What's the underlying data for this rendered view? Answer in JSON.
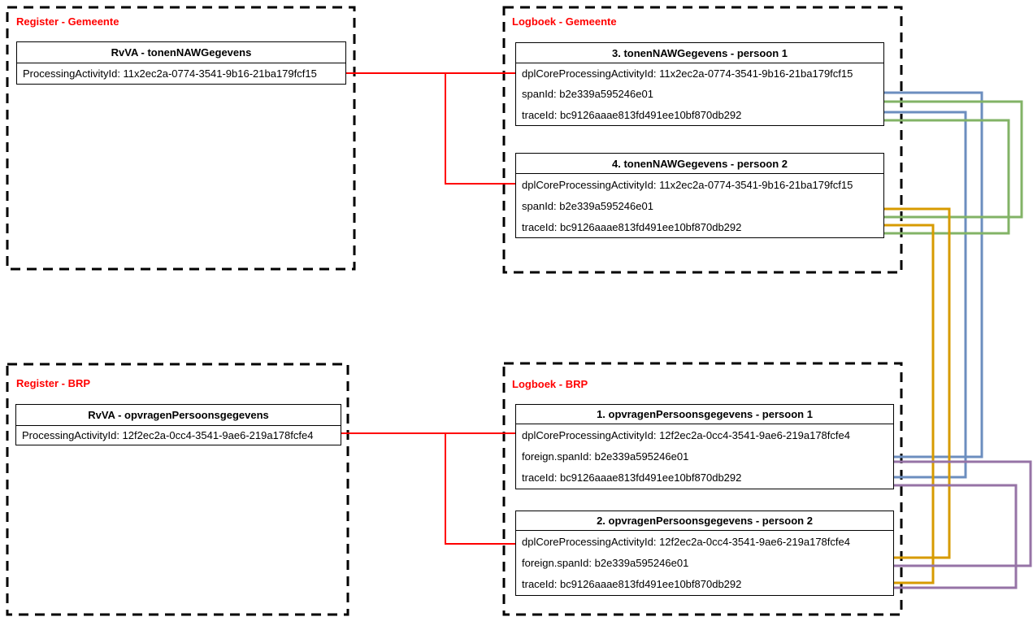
{
  "diagram": {
    "colors": {
      "border": "#000000",
      "label_red": "#ff0000",
      "line_red": "#ff0000",
      "line_blue": "#6c8ebf",
      "line_green": "#82b366",
      "line_orange": "#d79b00",
      "line_purple": "#9673a6"
    },
    "register_gemeente": {
      "label": "Register - Gemeente",
      "box": {
        "title": "RvVA - tonenNAWGegevens",
        "row": "ProcessingActivityId: 11x2ec2a-0774-3541-9b16-21ba179fcf15"
      }
    },
    "logboek_gemeente": {
      "label": "Logboek - Gemeente",
      "box3": {
        "title": "3. tonenNAWGegevens - persoon 1",
        "rows": [
          "dplCoreProcessingActivityId: 11x2ec2a-0774-3541-9b16-21ba179fcf15",
          "spanId: b2e339a595246e01",
          "traceId: bc9126aaae813fd491ee10bf870db292"
        ]
      },
      "box4": {
        "title": "4. tonenNAWGegevens - persoon 2",
        "rows": [
          "dplCoreProcessingActivityId: 11x2ec2a-0774-3541-9b16-21ba179fcf15",
          "spanId: b2e339a595246e01",
          "traceId: bc9126aaae813fd491ee10bf870db292"
        ]
      }
    },
    "register_brp": {
      "label": "Register - BRP",
      "box": {
        "title": "RvVA - opvragenPersoonsgegevens",
        "row": "ProcessingActivityId: 12f2ec2a-0cc4-3541-9ae6-219a178fcfe4"
      }
    },
    "logboek_brp": {
      "label": "Logboek - BRP",
      "box1": {
        "title": "1. opvragenPersoonsgegevens - persoon 1",
        "rows": [
          "dplCoreProcessingActivityId: 12f2ec2a-0cc4-3541-9ae6-219a178fcfe4",
          "foreign.spanId: b2e339a595246e01",
          "traceId: bc9126aaae813fd491ee10bf870db292"
        ]
      },
      "box2": {
        "title": "2. opvragenPersoonsgegevens - persoon 2",
        "rows": [
          "dplCoreProcessingActivityId: 12f2ec2a-0cc4-3541-9ae6-219a178fcfe4",
          "foreign.spanId: b2e339a595246e01",
          "traceId: bc9126aaae813fd491ee10bf870db292"
        ]
      }
    },
    "connections": [
      {
        "color_name": "red",
        "from": "RvVA - tonenNAWGegevens: ProcessingActivityId",
        "to": "3. tonenNAWGegevens - persoon 1: dplCoreProcessingActivityId"
      },
      {
        "color_name": "red",
        "from": "RvVA - tonenNAWGegevens: ProcessingActivityId",
        "to": "4. tonenNAWGegevens - persoon 2: dplCoreProcessingActivityId"
      },
      {
        "color_name": "red",
        "from": "RvVA - opvragenPersoonsgegevens: ProcessingActivityId",
        "to": "1. opvragenPersoonsgegevens - persoon 1: dplCoreProcessingActivityId"
      },
      {
        "color_name": "red",
        "from": "RvVA - opvragenPersoonsgegevens: ProcessingActivityId",
        "to": "2. opvragenPersoonsgegevens - persoon 2: dplCoreProcessingActivityId"
      },
      {
        "color_name": "green",
        "from": "3. tonenNAWGegevens - persoon 1: spanId",
        "to": "4. tonenNAWGegevens - persoon 2: spanId"
      },
      {
        "color_name": "green",
        "from": "3. tonenNAWGegevens - persoon 1: traceId",
        "to": "4. tonenNAWGegevens - persoon 2: traceId"
      },
      {
        "color_name": "blue",
        "from": "3. tonenNAWGegevens - persoon 1: spanId",
        "to": "1. opvragenPersoonsgegevens - persoon 1: foreign.spanId"
      },
      {
        "color_name": "blue",
        "from": "3. tonenNAWGegevens - persoon 1: traceId",
        "to": "1. opvragenPersoonsgegevens - persoon 1: traceId"
      },
      {
        "color_name": "orange",
        "from": "4. tonenNAWGegevens - persoon 2: spanId",
        "to": "2. opvragenPersoonsgegevens - persoon 2: foreign.spanId"
      },
      {
        "color_name": "orange",
        "from": "4. tonenNAWGegevens - persoon 2: traceId",
        "to": "2. opvragenPersoonsgegevens - persoon 2: traceId"
      },
      {
        "color_name": "purple",
        "from": "1. opvragenPersoonsgegevens - persoon 1: foreign.spanId",
        "to": "2. opvragenPersoonsgegevens - persoon 2: foreign.spanId"
      },
      {
        "color_name": "purple",
        "from": "1. opvragenPersoonsgegevens - persoon 1: traceId",
        "to": "2. opvragenPersoonsgegevens - persoon 2: traceId"
      }
    ]
  }
}
